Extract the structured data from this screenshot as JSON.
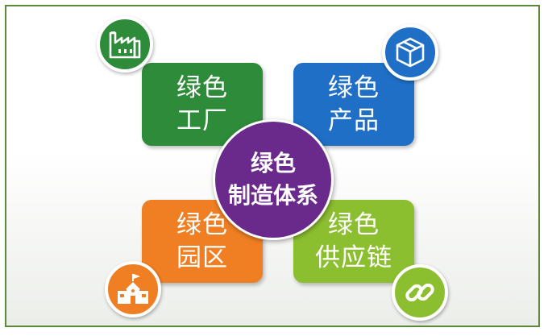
{
  "center": {
    "line1": "绿色",
    "line2": "制造体系",
    "color": "#6a2a8c"
  },
  "nodes": [
    {
      "line1": "绿色",
      "line2": "工厂",
      "color": "#2e8b3a",
      "icon": "factory-icon"
    },
    {
      "line1": "绿色",
      "line2": "产品",
      "color": "#1f6fc6",
      "icon": "box-icon"
    },
    {
      "line1": "绿色",
      "line2": "园区",
      "color": "#ef7f22",
      "icon": "school-building-icon"
    },
    {
      "line1": "绿色",
      "line2": "供应链",
      "color": "#8cbf2f",
      "icon": "chain-link-icon"
    }
  ]
}
